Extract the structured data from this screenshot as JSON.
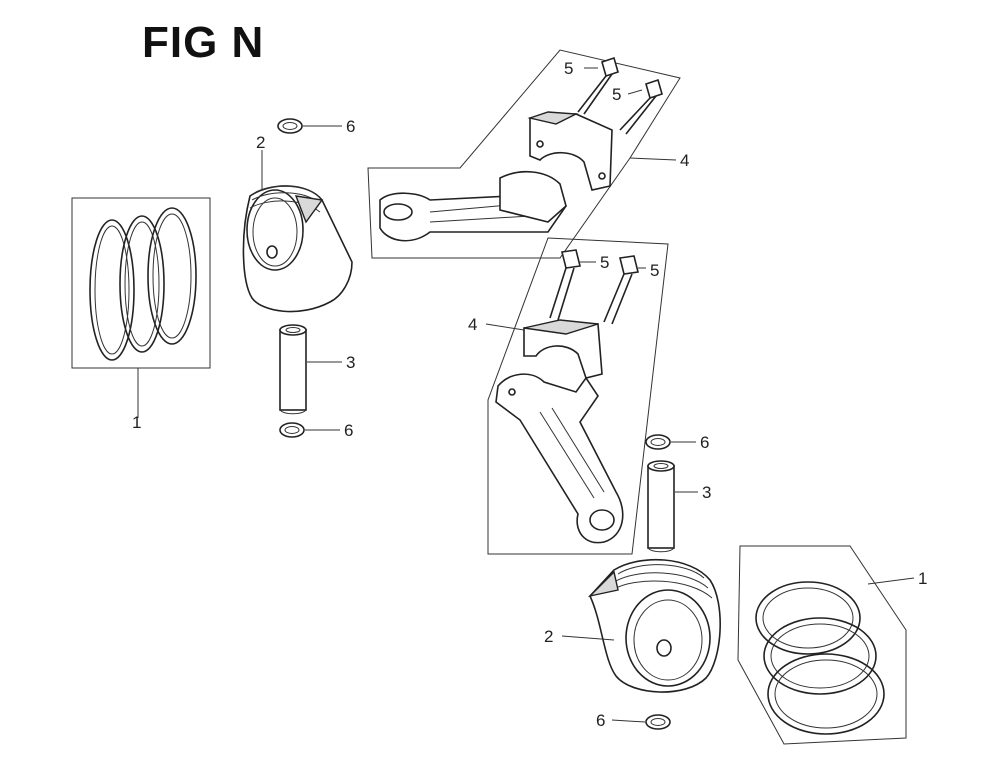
{
  "figure": {
    "title": "FIG N"
  },
  "callouts": {
    "c1_left": "1",
    "c2_left": "2",
    "c3_left": "3",
    "c6_left_top": "6",
    "c6_left_bottom": "6",
    "c4_upper": "4",
    "c5_upper_a": "5",
    "c5_upper_b": "5",
    "c4_middle": "4",
    "c5_middle_a": "5",
    "c5_middle_b": "5",
    "c6_right_top": "6",
    "c3_right": "3",
    "c2_right": "2",
    "c6_right_bottom": "6",
    "c1_right": "1"
  },
  "parts": [
    {
      "ref": "1",
      "name": "piston-ring-set-icon"
    },
    {
      "ref": "2",
      "name": "piston-icon"
    },
    {
      "ref": "3",
      "name": "piston-pin-icon"
    },
    {
      "ref": "4",
      "name": "connecting-rod-icon"
    },
    {
      "ref": "5",
      "name": "connecting-rod-bolt-icon"
    },
    {
      "ref": "6",
      "name": "pin-clip-icon"
    }
  ]
}
